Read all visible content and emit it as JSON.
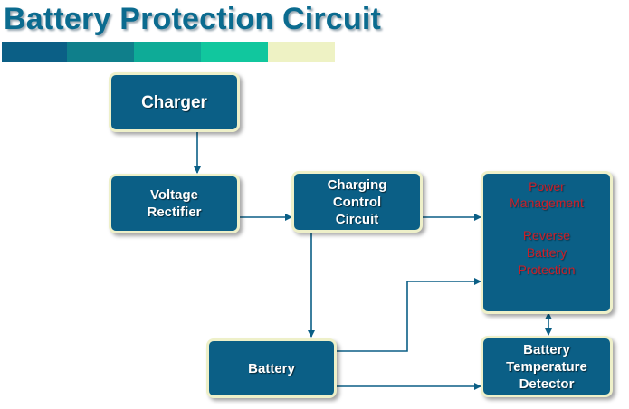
{
  "title": "Battery Protection Circuit",
  "color_bar": [
    "#0b5f86",
    "#0f7f8b",
    "#0eab97",
    "#11c79e",
    "#eef2c4"
  ],
  "blocks": {
    "charger": "Charger",
    "voltage_rectifier": "Voltage\nRectifier",
    "charging_control": "Charging\nControl\nCircuit",
    "power_management": "Power\nManagement",
    "reverse_battery": "Reverse\nBattery\nProtection",
    "battery": "Battery",
    "temperature_detector": "Battery\nTemperature\nDetector"
  },
  "colors": {
    "block_fill": "#0b5f86",
    "block_border": "#eef0c9",
    "arrow": "#0b5f86",
    "title": "#0b6b8f",
    "red_text": "#c8202a"
  }
}
